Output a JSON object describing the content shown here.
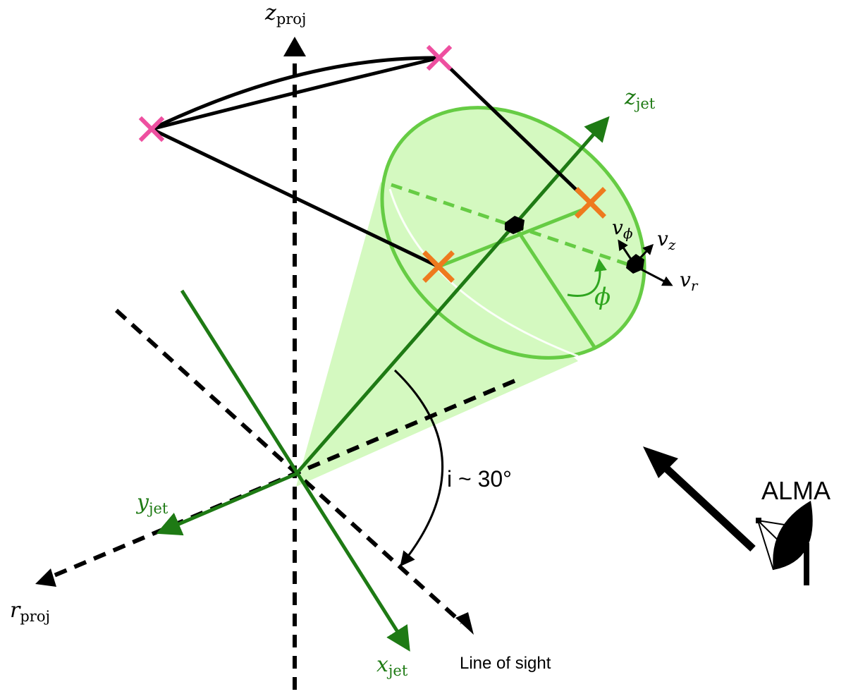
{
  "axes": {
    "z_proj": {
      "main": "z",
      "sub": "proj"
    },
    "r_proj": {
      "main": "r",
      "sub": "proj"
    },
    "z_jet": {
      "main": "z",
      "sub": "jet"
    },
    "y_jet": {
      "main": "y",
      "sub": "jet"
    },
    "x_jet": {
      "main": "x",
      "sub": "jet"
    }
  },
  "labels": {
    "line_of_sight": "Line of sight",
    "telescope": "ALMA",
    "inclination": "i ~ 30°",
    "phi": "ϕ"
  },
  "velocity": {
    "v_phi": {
      "main": "v",
      "sub": "ϕ"
    },
    "v_z": {
      "main": "v",
      "sub": "z"
    },
    "v_r": {
      "main": "v",
      "sub": "r"
    }
  },
  "colors": {
    "dark_green": "#1e7a14",
    "light_green": "#66cc44",
    "cone_fill": "#d4f9c0",
    "magenta_marker": "#ee4fa0",
    "orange_marker": "#ee7a1e",
    "black": "#000000"
  }
}
